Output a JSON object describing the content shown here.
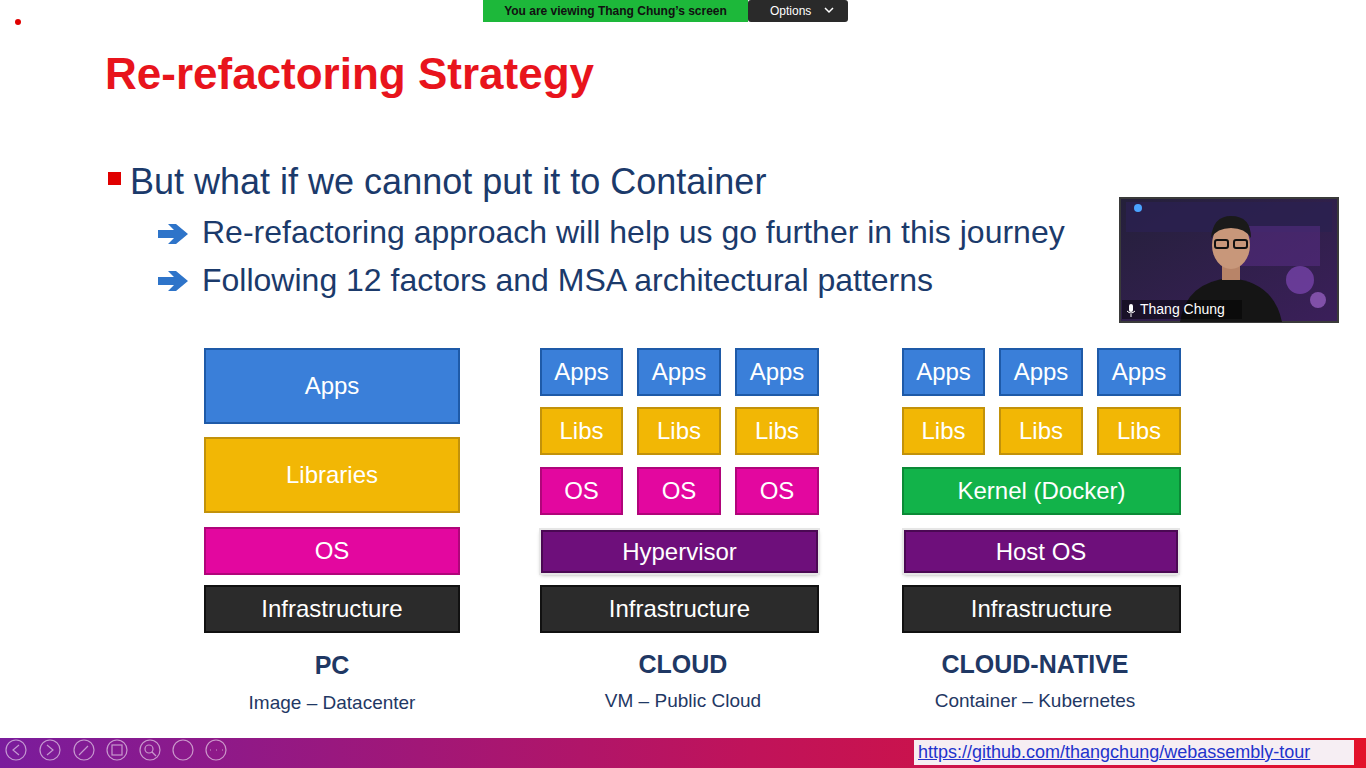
{
  "diagram": {
    "title": "Re-refactoring Strategy",
    "nodes": [
      {
        "text": [
          "Apps"
        ]
      },
      {
        "text": [
          "Libraries"
        ]
      },
      {
        "text": [
          "OS"
        ]
      },
      {
        "text": [
          "Infrastructure"
        ]
      },
      {
        "text": [
          "Apps"
        ]
      },
      {
        "text": [
          "Apps"
        ]
      },
      {
        "text": [
          "Apps"
        ]
      },
      {
        "text": [
          "Libs"
        ]
      },
      {
        "text": [
          "Libs"
        ]
      },
      {
        "text": [
          "Libs"
        ]
      },
      {
        "text": [
          "OS"
        ]
      },
      {
        "text": [
          "OS"
        ]
      },
      {
        "text": [
          "OS"
        ]
      },
      {
        "text": [
          "Hypervisor"
        ]
      },
      {
        "text": [
          "Infrastructure"
        ]
      },
      {
        "text": [
          "Apps"
        ]
      },
      {
        "text": [
          "Apps"
        ]
      },
      {
        "text": [
          "Apps"
        ]
      },
      {
        "text": [
          "Libs"
        ]
      },
      {
        "text": [
          "Libs"
        ]
      },
      {
        "text": [
          "Libs"
        ]
      },
      {
        "text": [
          "Kernel (Docker)"
        ]
      },
      {
        "text": [
          "Host OS"
        ]
      },
      {
        "text": [
          "Infrastructure"
        ]
      }
    ],
    "labels": [
      "You are viewing Thang Chung’s screen",
      "Options",
      "But what if we cannot put it to Container",
      "Re-refactoring approach will help us go further in this journey",
      "Following 12 factors and MSA architectural patterns",
      "Thang Chung",
      "PC",
      "Image – Datacenter",
      "CLOUD",
      "VM – Public Cloud",
      "CLOUD-NATIVE",
      "Container – Kubernetes",
      "https://github.com/thangchung/webassembly-tour"
    ]
  }
}
